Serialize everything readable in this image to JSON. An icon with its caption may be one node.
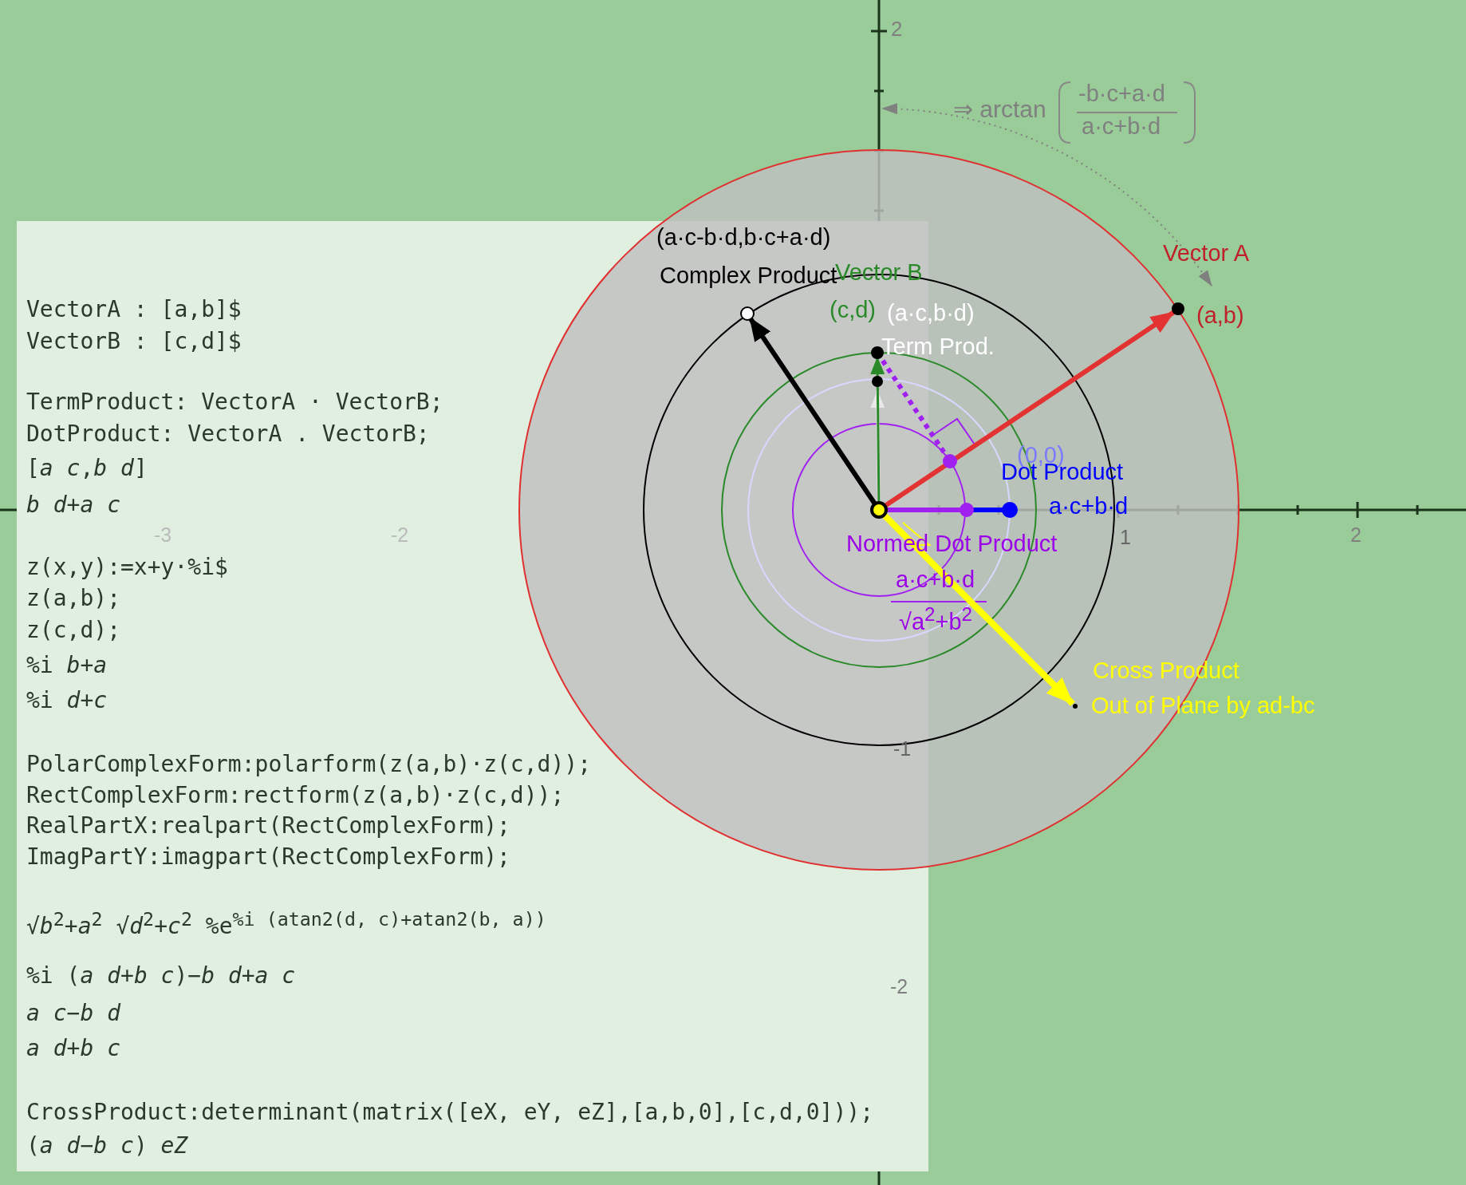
{
  "diagram": {
    "labels": [
      "2",
      "⇒ arctan",
      "-b·c+a·d",
      "a·c+b·d",
      "(a·c-b·d,b·c+a·d)",
      "Vector A",
      "Complex Product",
      "Vector B",
      "(c,d)",
      "(a·c,b·d)",
      "(a,b)",
      "Term Prod.",
      "(0,0)",
      "Dot Product",
      "a·c+b·d",
      "-3",
      "-2",
      "1",
      "2",
      "Normed Dot Product",
      "a·c+b·d",
      "√a$^{2}$+b$^{2}$",
      "Cross Product",
      "Out of Plane by ad-bc",
      "-1",
      "-2",
      "VectorA : [a,b]$",
      "VectorB : [c,d]$",
      "TermProduct: VectorA · VectorB;",
      "DotProduct: VectorA . VectorB;",
      "[*a c*,*b d*]",
      "*b d*+*a c*",
      "z(x,y):=x+y·%i$",
      "z(a,b);",
      "z(c,d);",
      "%i *b*+*a*",
      "%i *d*+*c*",
      "PolarComplexForm:polarform(z(a,b)·z(c,d));",
      "RectComplexForm:rectform(z(a,b)·z(c,d));",
      "RealPartX:realpart(RectComplexForm);",
      "ImagPartY:imagpart(RectComplexForm);",
      "√*b*$^{2}$+*a*$^{2}$ √*d*$^{2}$+*c*$^{2}$ %e$^{%i (atan2(d, c)+atan2(b, a))}$",
      "%i (*a d*+*b c*)−*b d*+*a c*",
      "*a c*−*b d*",
      "*a d*+*b c*",
      "CrossProduct:determinant(matrix([eX, eY, eZ],[a,b,0],[c,d,0]));",
      "(*a d*−*b c*) *eZ*"
    ]
  }
}
